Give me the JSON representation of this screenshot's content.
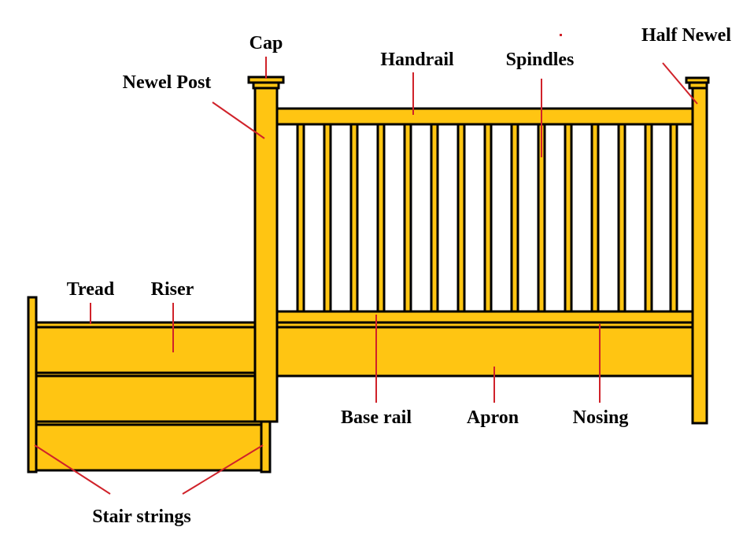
{
  "labels": {
    "cap": "Cap",
    "newel_post": "Newel Post",
    "handrail": "Handrail",
    "spindles": "Spindles",
    "half_newel": "Half Newel",
    "tread": "Tread",
    "riser": "Riser",
    "base_rail": "Base rail",
    "apron": "Apron",
    "nosing": "Nosing",
    "stair_strings": "Stair strings"
  },
  "colors": {
    "wood": "#ffc512",
    "outline": "#000000",
    "leader": "#d0222a",
    "background": "#ffffff"
  }
}
